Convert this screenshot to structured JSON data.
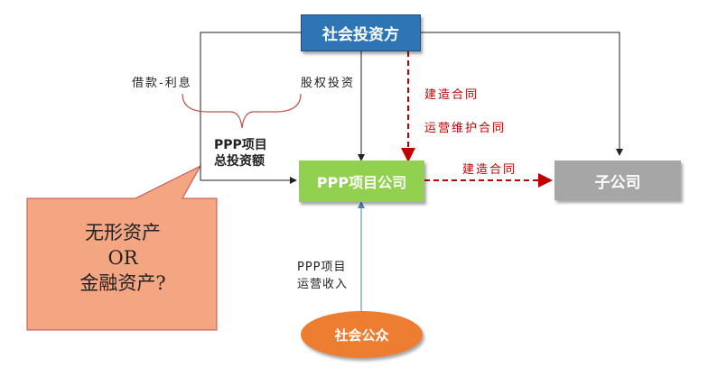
{
  "nodes": {
    "investor": "社会投资方",
    "company": "PPP项目公司",
    "subsidiary": "子公司",
    "public": "社会公众"
  },
  "labels": {
    "loan_interest": "借款-利息",
    "equity": "股权投资",
    "total_investment_line1": "PPP项目",
    "total_investment_line2": "总投资额",
    "construction_contract_1": "建造合同",
    "om_contract": "运营维护合同",
    "construction_contract_2": "建造合同",
    "revenue_line1": "PPP项目",
    "revenue_line2": "运营收入"
  },
  "callout": {
    "line1": "无形资产",
    "line2": "OR",
    "line3": "金融资产?"
  },
  "colors": {
    "investor": "#2e75b6",
    "company": "#92d050",
    "subsidiary": "#a6a6a6",
    "public": "#ed7d31",
    "callout": "#f4a582",
    "red_arrow": "#c00000",
    "blue_arrow": "#4f81bd"
  }
}
